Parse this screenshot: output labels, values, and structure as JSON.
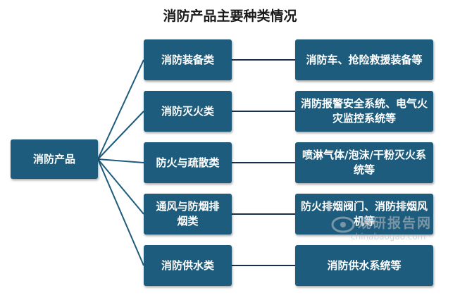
{
  "title": "消防产品主要种类情况",
  "root": "消防产品",
  "categories": [
    {
      "name": "消防装备类",
      "detail": "消防车、抢险救援装备等"
    },
    {
      "name": "消防灭火类",
      "detail": "消防报警安全系统、电气火灾监控系统等"
    },
    {
      "name": "防火与疏散类",
      "detail": "喷淋气体/泡沫/干粉灭火系统等"
    },
    {
      "name": "通风与防烟排烟类",
      "detail": "防火排烟阀门、消防排烟风机等"
    },
    {
      "name": "消防供水类",
      "detail": "消防供水系统等"
    }
  ],
  "watermark": {
    "text": "观研报告网",
    "url": "chinabaogao.com"
  },
  "colors": {
    "box": "#1d5c7c",
    "line": "#1d5c7c",
    "connector": "#1b2f4f"
  }
}
